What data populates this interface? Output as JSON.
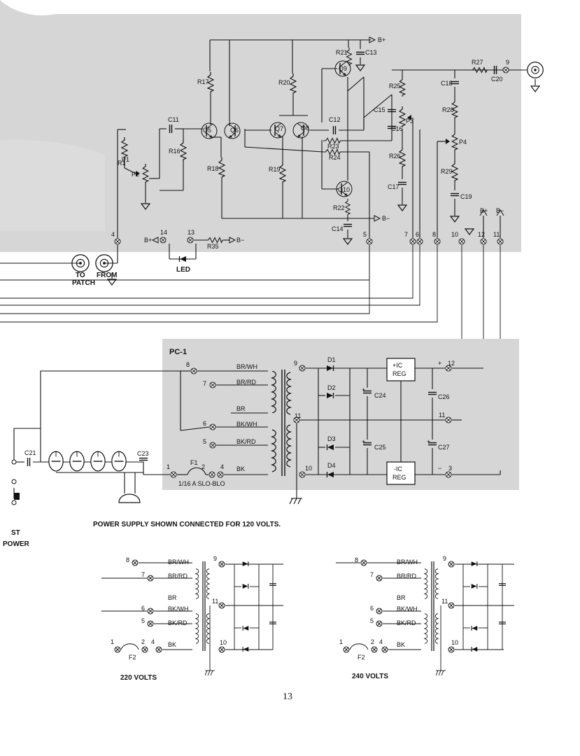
{
  "header": {
    "top_panel_shading": "#d6d6d6",
    "pc1_label": "PC-1"
  },
  "components": {
    "resistors": [
      "R17",
      "R20",
      "R21",
      "R16",
      "R18",
      "R19",
      "R22",
      "R23",
      "R24",
      "R25",
      "R26",
      "R27",
      "R28",
      "R29",
      "R35"
    ],
    "capacitors": [
      "C11",
      "C12",
      "C13",
      "C14",
      "C15",
      "C16",
      "C17",
      "C18",
      "C19",
      "C20"
    ],
    "transistors": [
      "Q5",
      "Q6",
      "Q7",
      "Q8",
      "Q9",
      "Q10"
    ],
    "pots": [
      "P1",
      "P2",
      "P3",
      "P4"
    ],
    "r1_label": "R1"
  },
  "rails": {
    "bplus": "B+",
    "bminus": "B−"
  },
  "upper_terminals": [
    "4",
    "14",
    "13",
    "5",
    "7",
    "6",
    "8",
    "10",
    "12",
    "11"
  ],
  "jacks": {
    "to": "TO",
    "patch": "PATCH",
    "from": "FROM"
  },
  "led_label": "LED",
  "psu": {
    "terminals": [
      "8",
      "7",
      "6",
      "5",
      "1",
      "2",
      "4",
      "9",
      "11",
      "10",
      "12",
      "3"
    ],
    "wires": [
      "BR/WH",
      "BR/RD",
      "BR",
      "BK/WH",
      "BK/RD",
      "BK"
    ],
    "fuse_label": "F1",
    "fuse_rating": "1/16 A SLO-BLO",
    "diodes": [
      "D1",
      "D2",
      "D3",
      "D4"
    ],
    "caps": [
      "C21",
      "C23",
      "C24",
      "C25",
      "C26",
      "C27"
    ],
    "reg_pos": [
      "+IC",
      "REG"
    ],
    "reg_neg": [
      "-IC",
      "REG"
    ],
    "plus": "+",
    "minus": "−"
  },
  "power_switch": [
    "ST",
    "POWER"
  ],
  "caption": "POWER SUPPLY SHOWN CONNECTED FOR 120 VOLTS.",
  "variants": [
    {
      "label": "220 VOLTS",
      "fuse": "F2",
      "wires": [
        "BR/WH",
        "BR/RD",
        "BR",
        "BK/WH",
        "BK/RD",
        "BK"
      ],
      "terminals": [
        "8",
        "7",
        "6",
        "5",
        "1",
        "2",
        "4",
        "9",
        "11",
        "10"
      ]
    },
    {
      "label": "240 VOLTS",
      "fuse": "F2",
      "wires": [
        "BR/WH",
        "BR/RD",
        "BR",
        "BK/WH",
        "BK/RD",
        "BK"
      ],
      "terminals": [
        "8",
        "7",
        "6",
        "5",
        "1",
        "2",
        "4",
        "9",
        "11",
        "10"
      ]
    }
  ],
  "page_number": "13"
}
